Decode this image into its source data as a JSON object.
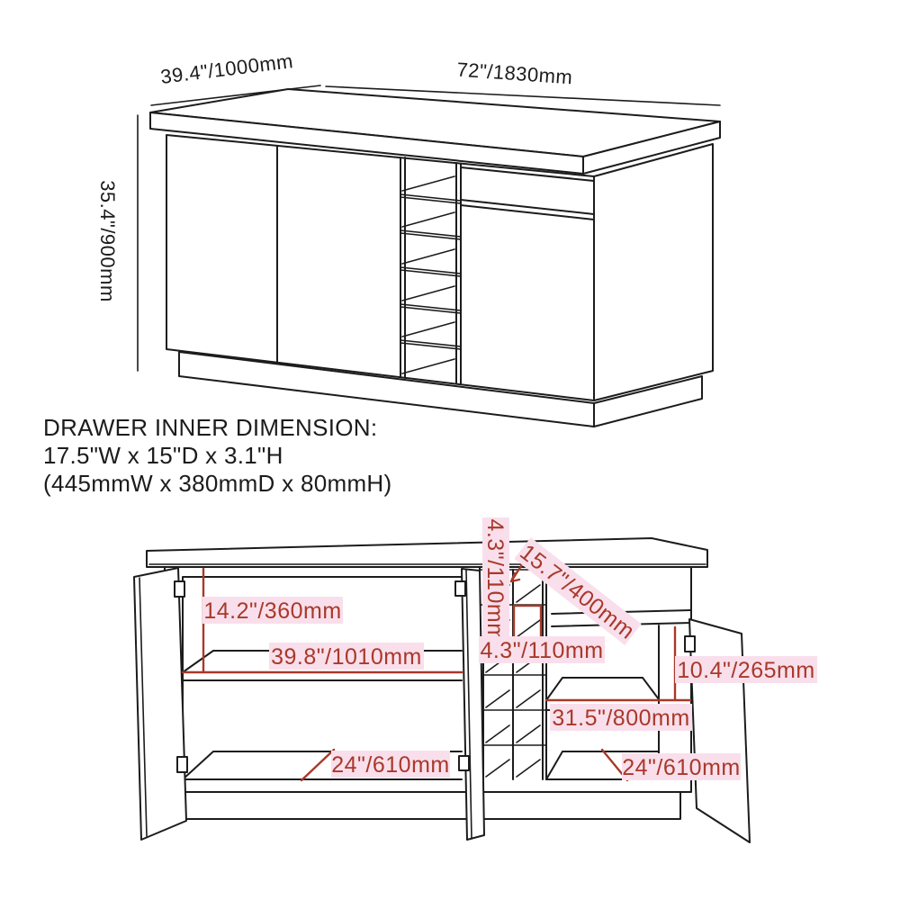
{
  "diagram": {
    "title_note": {
      "line1": "DRAWER INNER DIMENSION:",
      "line2": "17.5\"W x 15\"D x 3.1\"H",
      "line3": "(445mmW x 380mmD x 80mmH)"
    },
    "isometric_view": {
      "depth_label": "39.4\"/1000mm",
      "width_label": "72\"/1830mm",
      "height_label": "35.4\"/900mm"
    },
    "front_view": {
      "left_opening_height": "14.2\"/360mm",
      "left_opening_width": "39.8\"/1010mm",
      "wine_cubby_side": "4.3\"/110mm",
      "wine_rack_depth": "15.7\"/400mm",
      "wine_cubby_bottom": "4.3\"/110mm",
      "right_opening_height": "10.4\"/265mm",
      "right_opening_width": "31.5\"/800mm",
      "left_depth": "24\"/610mm",
      "right_depth": "24\"/610mm"
    },
    "colors": {
      "line": "#1c1c1c",
      "dimension_red": "#a8392a",
      "highlight_pink": "#f9dfeb"
    }
  }
}
